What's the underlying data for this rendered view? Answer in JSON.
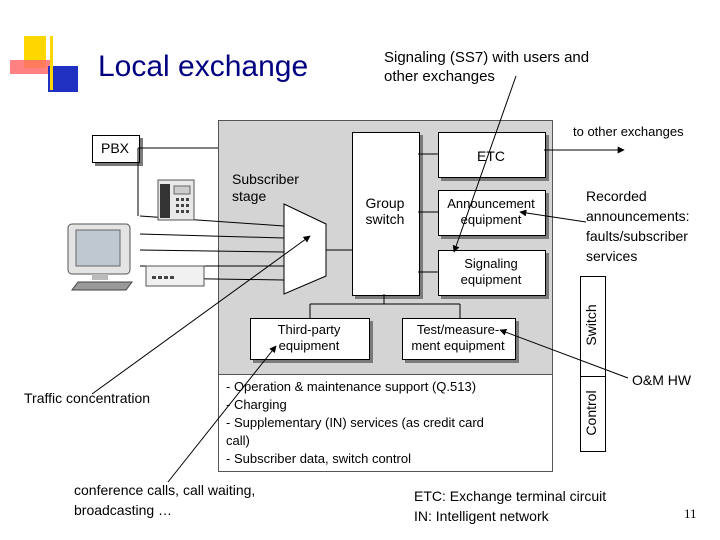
{
  "slide": {
    "title": "Local exchange",
    "page_number": "11"
  },
  "annotations": {
    "signaling": [
      "Signaling (SS7) with users and",
      "other exchanges"
    ],
    "to_other_exchanges": "to other exchanges",
    "recorded": [
      "Recorded",
      "announcements:",
      "faults/subscriber",
      "services"
    ],
    "om_hw": "O&M HW",
    "traffic_concentration": "Traffic concentration",
    "conference": [
      "conference calls, call waiting,",
      "broadcasting …"
    ],
    "etc_def": "ETC: Exchange terminal circuit",
    "in_def": "IN: Intelligent network"
  },
  "diagram": {
    "pbx": "PBX",
    "etc": "ETC",
    "subscriber_stage": [
      "Subscriber",
      "stage"
    ],
    "group_switch": [
      "Group",
      "switch"
    ],
    "announcement": [
      "Announcement",
      "equipment"
    ],
    "signaling_eq": [
      "Signaling",
      "equipment"
    ],
    "third_party": [
      "Third-party",
      "equipment"
    ],
    "test_measure": [
      "Test/measure-",
      "ment equipment"
    ],
    "switch_label": "Switch",
    "control_label": "Control"
  },
  "control_text": [
    "- Operation & maintenance support (Q.513)",
    "- Charging",
    "- Supplementary (IN) services (as credit card",
    "call)",
    "- Subscriber data, switch control"
  ],
  "colors": {
    "title": "#000080",
    "switch_area": "#d4d4d4",
    "shadow": "#7a7a7a",
    "deco_yellow": "#ffd700",
    "deco_red": "#ff4040",
    "deco_blue": "#2030c0"
  },
  "icons": [
    "phone-icon",
    "computer-icon",
    "modem-icon"
  ]
}
